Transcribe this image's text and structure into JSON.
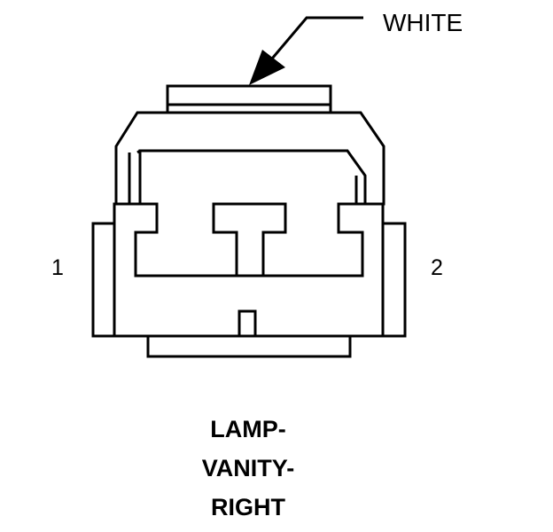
{
  "callout": {
    "wire_color": "WHITE"
  },
  "pins": {
    "left": "1",
    "right": "2"
  },
  "component_title": {
    "line1": "LAMP-",
    "line2": "VANITY-",
    "line3": "RIGHT"
  },
  "colors": {
    "ink": "#000000",
    "background": "#ffffff"
  }
}
